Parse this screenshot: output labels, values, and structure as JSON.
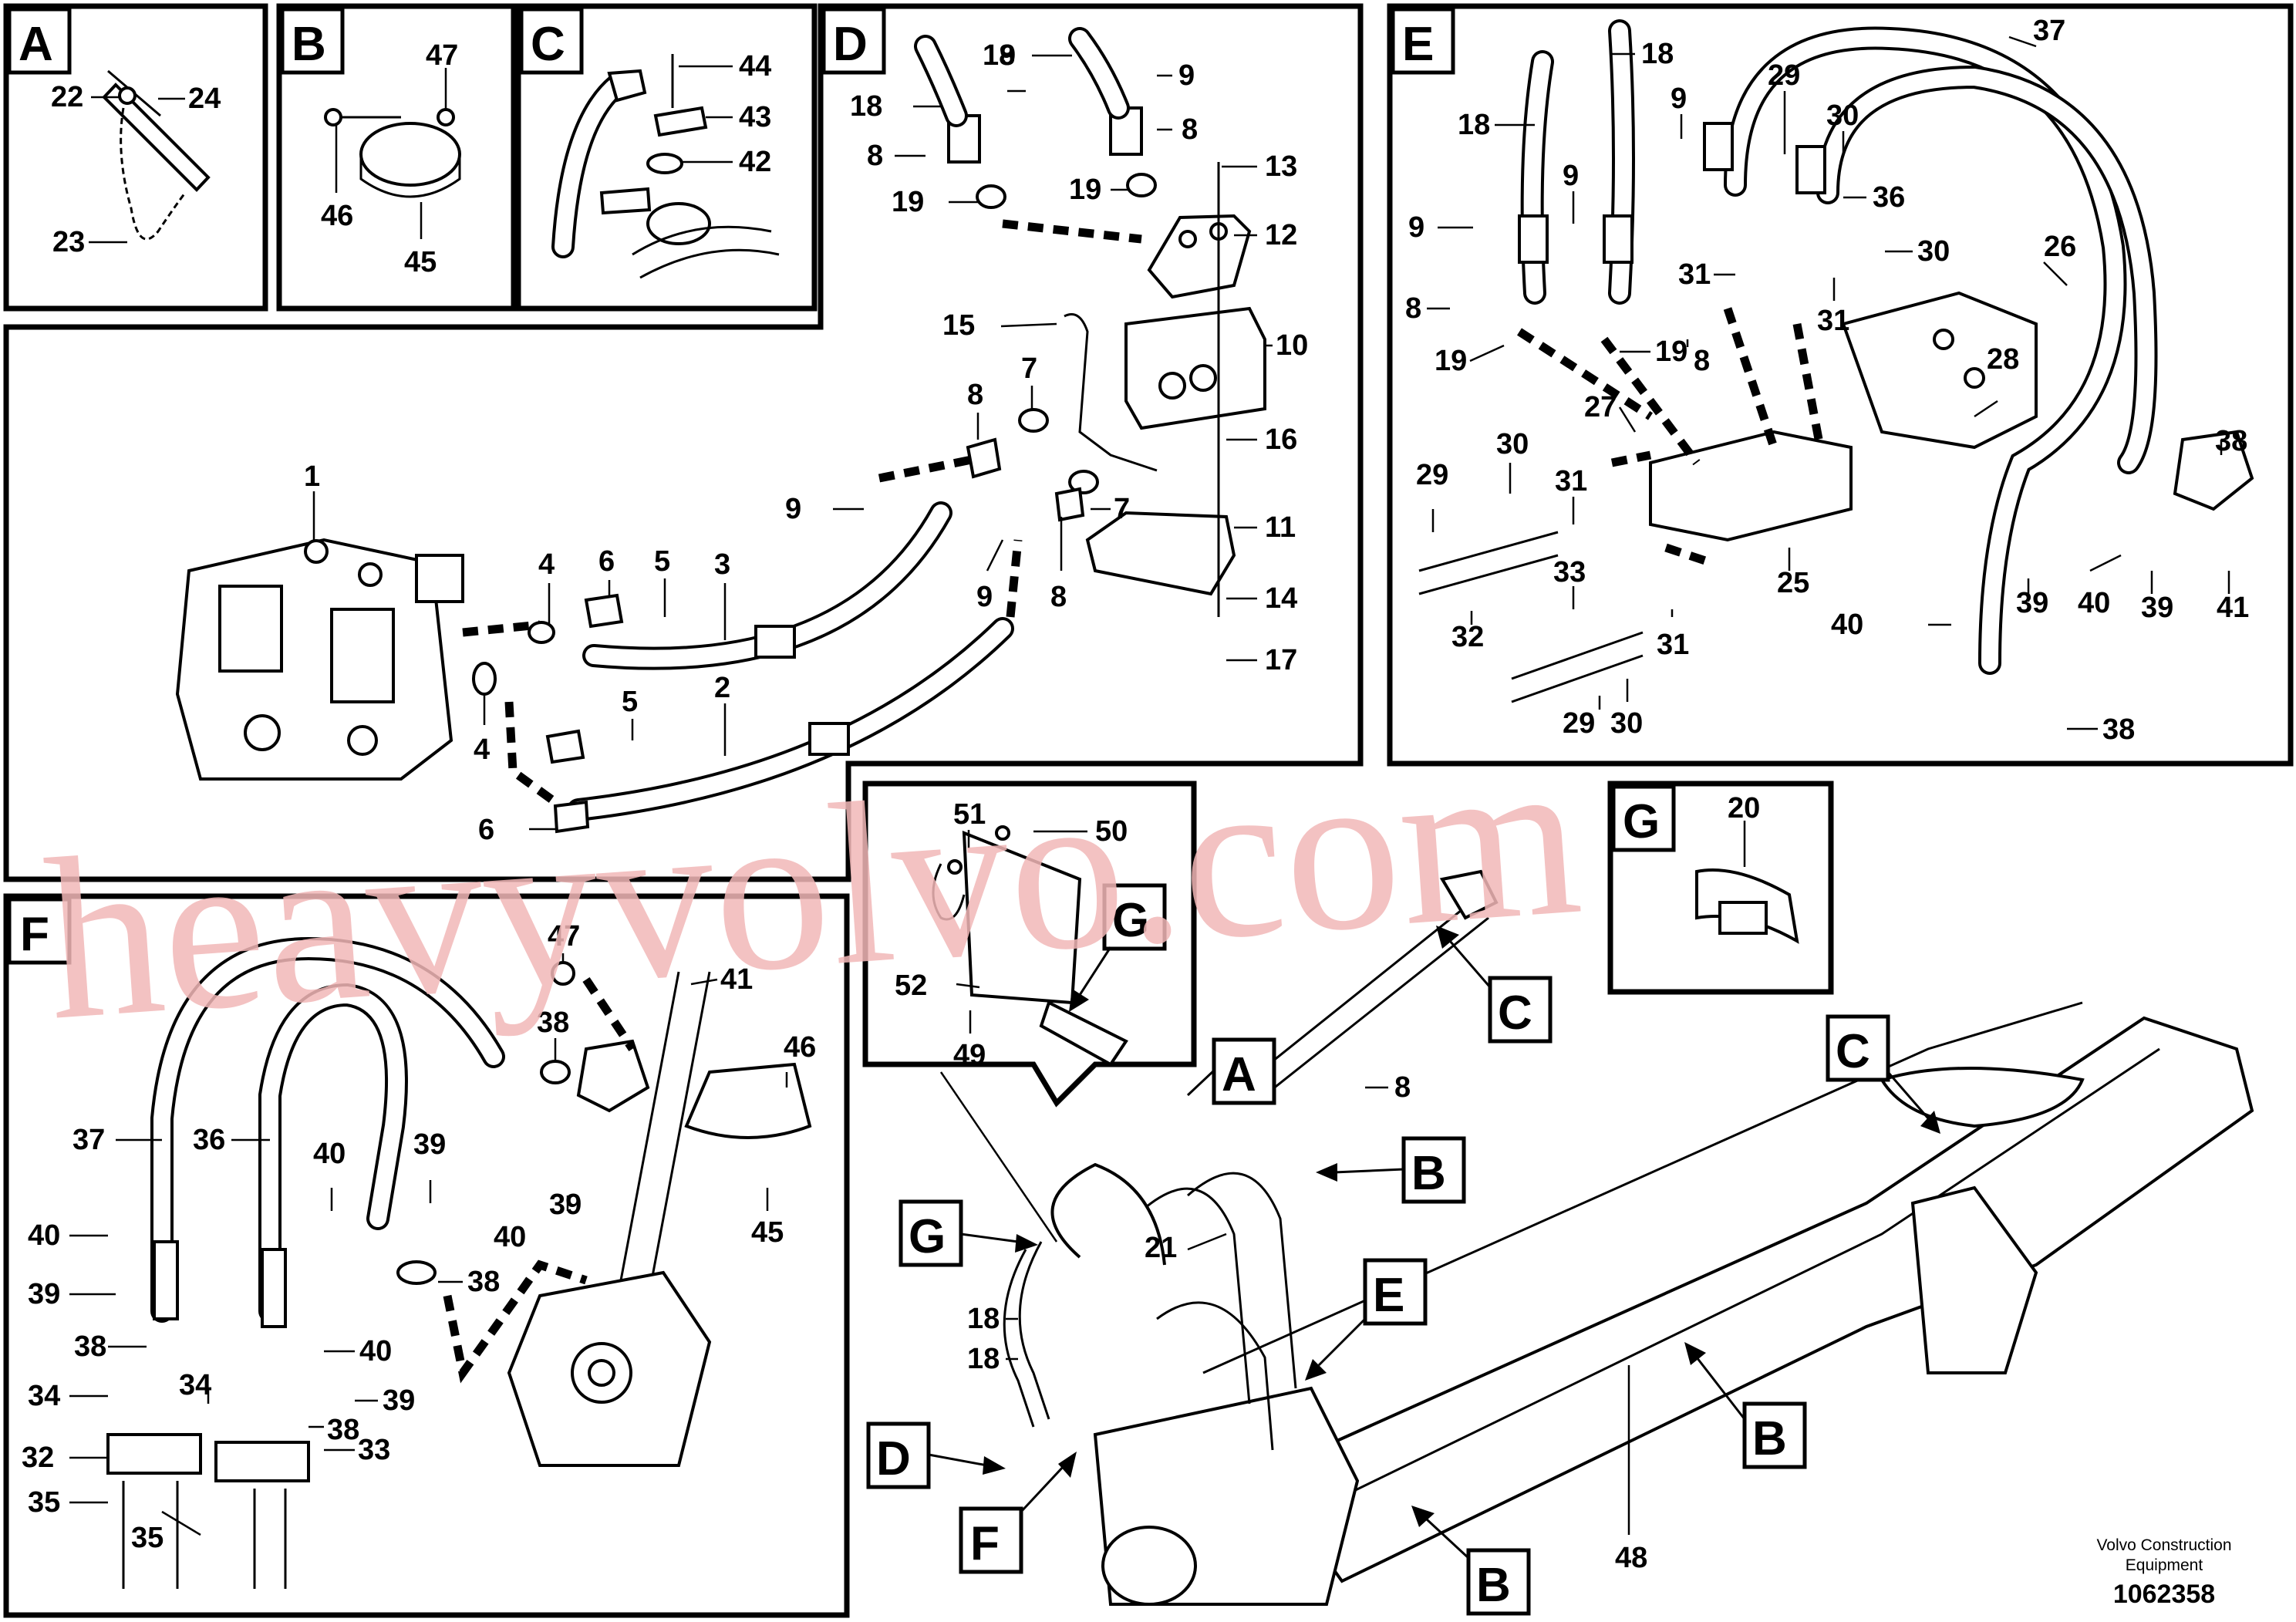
{
  "panels": {
    "A": {
      "tag": "A",
      "labels": [
        "22",
        "24",
        "23"
      ]
    },
    "B": {
      "tag": "B",
      "labels": [
        "47",
        "46",
        "45"
      ]
    },
    "C": {
      "tag": "C",
      "labels": [
        "44",
        "43",
        "42"
      ]
    },
    "D": {
      "tag": "D",
      "labels": [
        "18",
        "9",
        "18",
        "9",
        "8",
        "8",
        "13",
        "19",
        "19",
        "12",
        "15",
        "10",
        "7",
        "8",
        "16",
        "1",
        "9",
        "7",
        "11",
        "6",
        "5",
        "3",
        "4",
        "9",
        "8",
        "14",
        "4",
        "5",
        "2",
        "17",
        "6"
      ]
    },
    "E": {
      "tag": "E",
      "labels": [
        "18",
        "37",
        "18",
        "9",
        "29",
        "30",
        "9",
        "36",
        "9",
        "30",
        "31",
        "26",
        "8",
        "31",
        "19",
        "19",
        "8",
        "28",
        "27",
        "38",
        "29",
        "30",
        "31",
        "33",
        "25",
        "40",
        "39",
        "32",
        "31",
        "40",
        "41",
        "39",
        "29",
        "30",
        "38"
      ]
    },
    "F": {
      "tag": "F",
      "labels": [
        "47",
        "41",
        "38",
        "46",
        "37",
        "36",
        "40",
        "39",
        "40",
        "39",
        "40",
        "38",
        "39",
        "38",
        "40",
        "34",
        "34",
        "39",
        "38",
        "32",
        "33",
        "35",
        "35",
        "45"
      ]
    },
    "G": {
      "tag": "G",
      "labels": [
        "20"
      ]
    },
    "main": {
      "labels": [
        "51",
        "50",
        "52",
        "49",
        "8",
        "21",
        "18",
        "18",
        "48"
      ]
    }
  },
  "callouts": [
    "G",
    "A",
    "C",
    "C",
    "B",
    "G",
    "E",
    "B",
    "D",
    "F",
    "B"
  ],
  "watermark": "heavyvolvo.com",
  "footer": {
    "line1": "Volvo Construction",
    "line2": "Equipment",
    "number": "1062358"
  }
}
